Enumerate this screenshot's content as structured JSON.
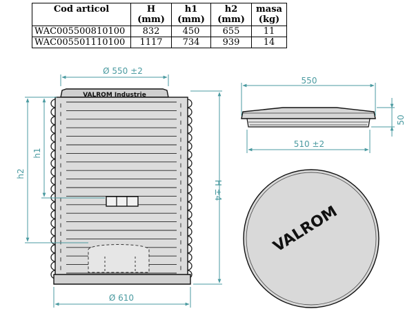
{
  "table": {
    "headers": [
      {
        "line1": "Cod articol",
        "line2": ""
      },
      {
        "line1": "H",
        "line2": "(mm)"
      },
      {
        "line1": "h1",
        "line2": "(mm)"
      },
      {
        "line1": "h2",
        "line2": "(mm)"
      },
      {
        "line1": "masa",
        "line2": "(kg)"
      }
    ],
    "rows": [
      [
        "WAC005500810100",
        "832",
        "450",
        "655",
        "11"
      ],
      [
        "WAC005501110100",
        "1117",
        "734",
        "939",
        "14"
      ]
    ]
  },
  "front_view": {
    "top_diameter": "Ø 550 ±2",
    "bottom_diameter": "Ø 610",
    "h1_label": "h1",
    "h2_label": "h2",
    "H_label": "H ±4",
    "lid_text": "VALROM Industrie"
  },
  "side_view": {
    "width_label": "550",
    "height_label": "50",
    "inner_label": "510 ±2"
  },
  "top_view": {
    "logo_text": "VALROM"
  },
  "colors": {
    "dimension": "#4a9aa0",
    "outline": "#111111",
    "fill": "#d8d8d8"
  }
}
